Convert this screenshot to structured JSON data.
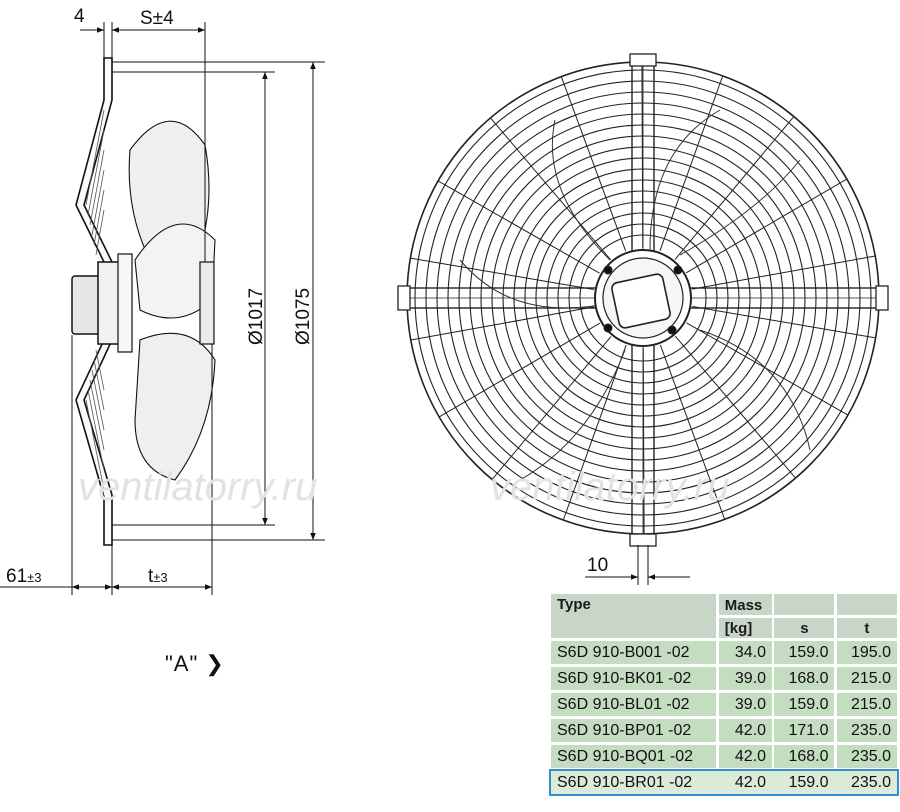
{
  "dimensions": {
    "flange": "4",
    "s_tol": "S±4",
    "d_inner": "Ø1017",
    "d_outer": "Ø1075",
    "hub": "61",
    "hub_tol": "±3",
    "t": "t",
    "t_tol": "±3",
    "rib": "10"
  },
  "view_label": "\"A\" ❯",
  "watermark": "ventilatorry.ru",
  "table": {
    "headers": {
      "type": "Type",
      "mass_line1": "Mass",
      "mass_line2": "[kg]",
      "s": "s",
      "t": "t"
    },
    "rows": [
      {
        "type": "S6D 910-B001  -02",
        "mass": "34.0",
        "s": "159.0",
        "t": "195.0"
      },
      {
        "type": "S6D 910-BK01  -02",
        "mass": "39.0",
        "s": "168.0",
        "t": "215.0"
      },
      {
        "type": "S6D 910-BL01  -02",
        "mass": "39.0",
        "s": "159.0",
        "t": "215.0"
      },
      {
        "type": "S6D 910-BP01  -02",
        "mass": "42.0",
        "s": "171.0",
        "t": "235.0"
      },
      {
        "type": "S6D 910-BQ01  -02",
        "mass": "42.0",
        "s": "168.0",
        "t": "235.0"
      },
      {
        "type": "S6D 910-BR01  -02",
        "mass": "42.0",
        "s": "159.0",
        "t": "235.0"
      }
    ],
    "selected_row": 5,
    "colors": {
      "header": "#c8d6c8",
      "cell": "#c4dcc0",
      "selection": "#2f8fd0"
    }
  },
  "icons": {
    "view_arrow": "chevron-right-icon"
  }
}
